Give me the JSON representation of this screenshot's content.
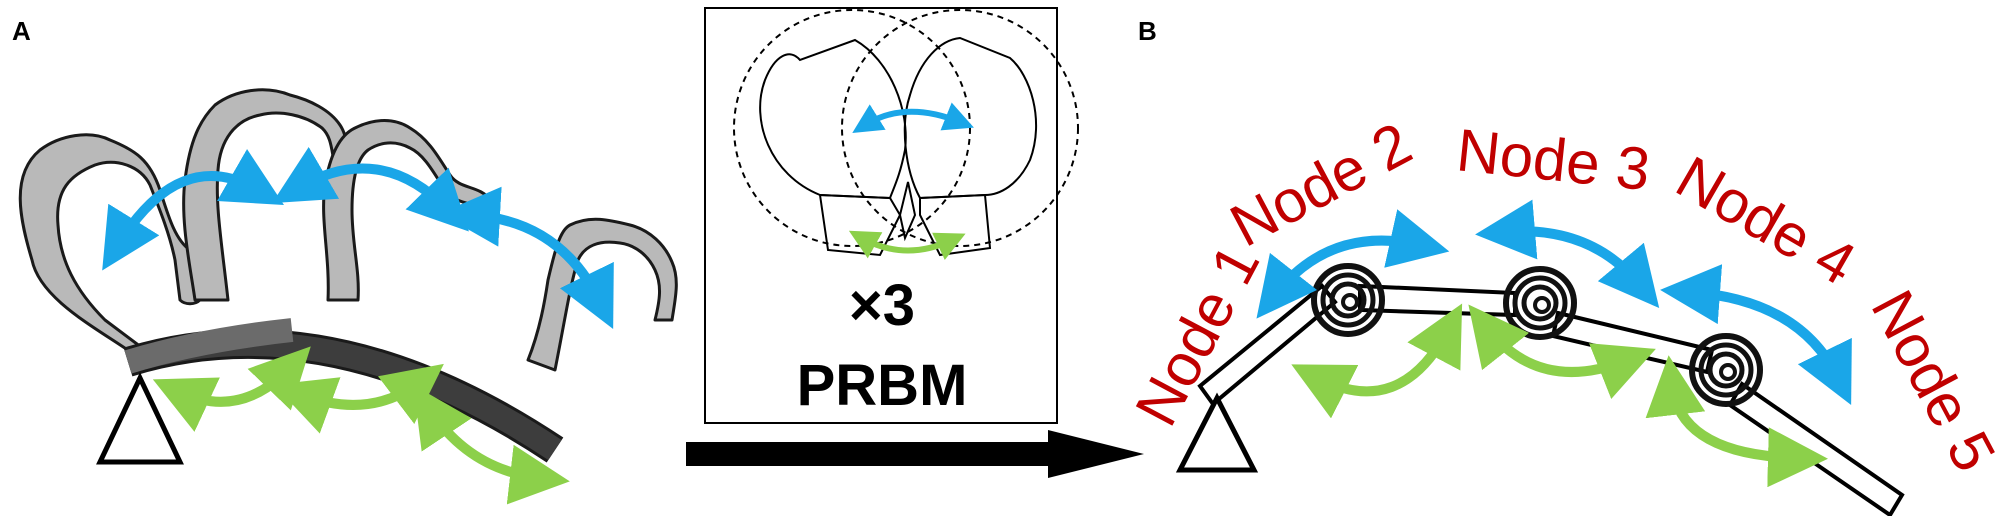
{
  "panels": {
    "a_label": "A",
    "b_label": "B"
  },
  "center_box": {
    "multiplier": "×3",
    "title": "PRBM"
  },
  "nodes": [
    {
      "label": "Node 1"
    },
    {
      "label": "Node 2"
    },
    {
      "label": "Node 3"
    },
    {
      "label": "Node 4"
    },
    {
      "label": "Node 5"
    }
  ],
  "colors": {
    "node_label": "#c00000",
    "blue_arrow": "#1aa6e8",
    "green_arrow": "#8cd04a",
    "finger_fill": "#b9b9b9",
    "base_dark": "#3d3d3d",
    "base_mid": "#6b6b6b",
    "spring": "#111111",
    "main_arrow": "#000000"
  },
  "icons": {
    "pivot": "triangle-support-icon",
    "spring": "torsion-spring-icon",
    "rotation": "double-headed-arc-arrow-icon"
  }
}
